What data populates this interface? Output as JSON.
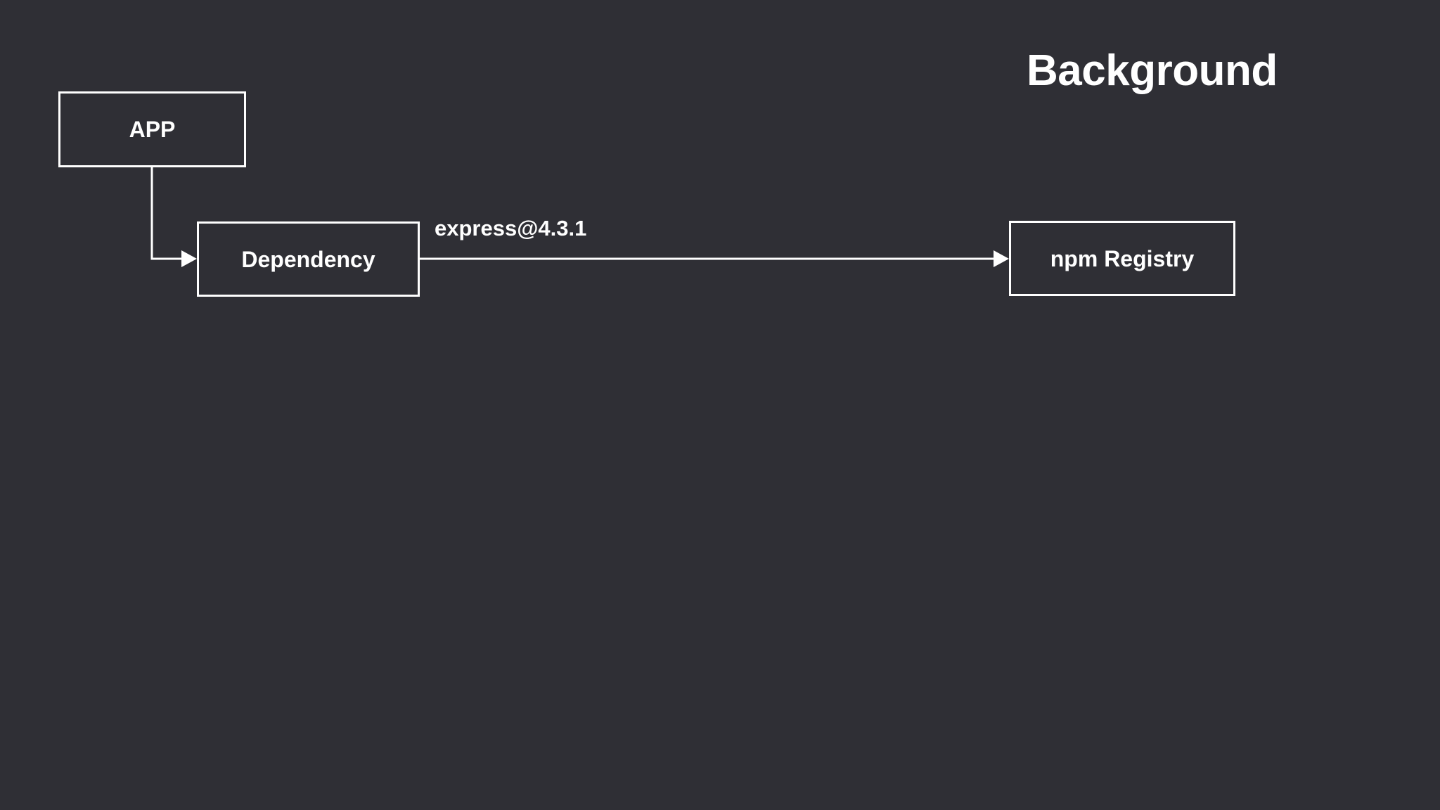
{
  "slide": {
    "title": "Background",
    "background_color": "#2f2f35",
    "foreground_color": "#ffffff"
  },
  "diagram": {
    "type": "flow-diagram",
    "nodes": [
      {
        "id": "app",
        "label": "APP"
      },
      {
        "id": "dependency",
        "label": "Dependency"
      },
      {
        "id": "registry",
        "label": "npm Registry"
      }
    ],
    "edges": [
      {
        "id": "app-to-dependency",
        "from": "app",
        "to": "dependency",
        "label": "",
        "style": "elbow",
        "arrowhead": "solid-triangle"
      },
      {
        "id": "dependency-to-registry",
        "from": "dependency",
        "to": "registry",
        "label": "express@4.3.1",
        "style": "straight",
        "arrowhead": "solid-triangle"
      }
    ]
  }
}
